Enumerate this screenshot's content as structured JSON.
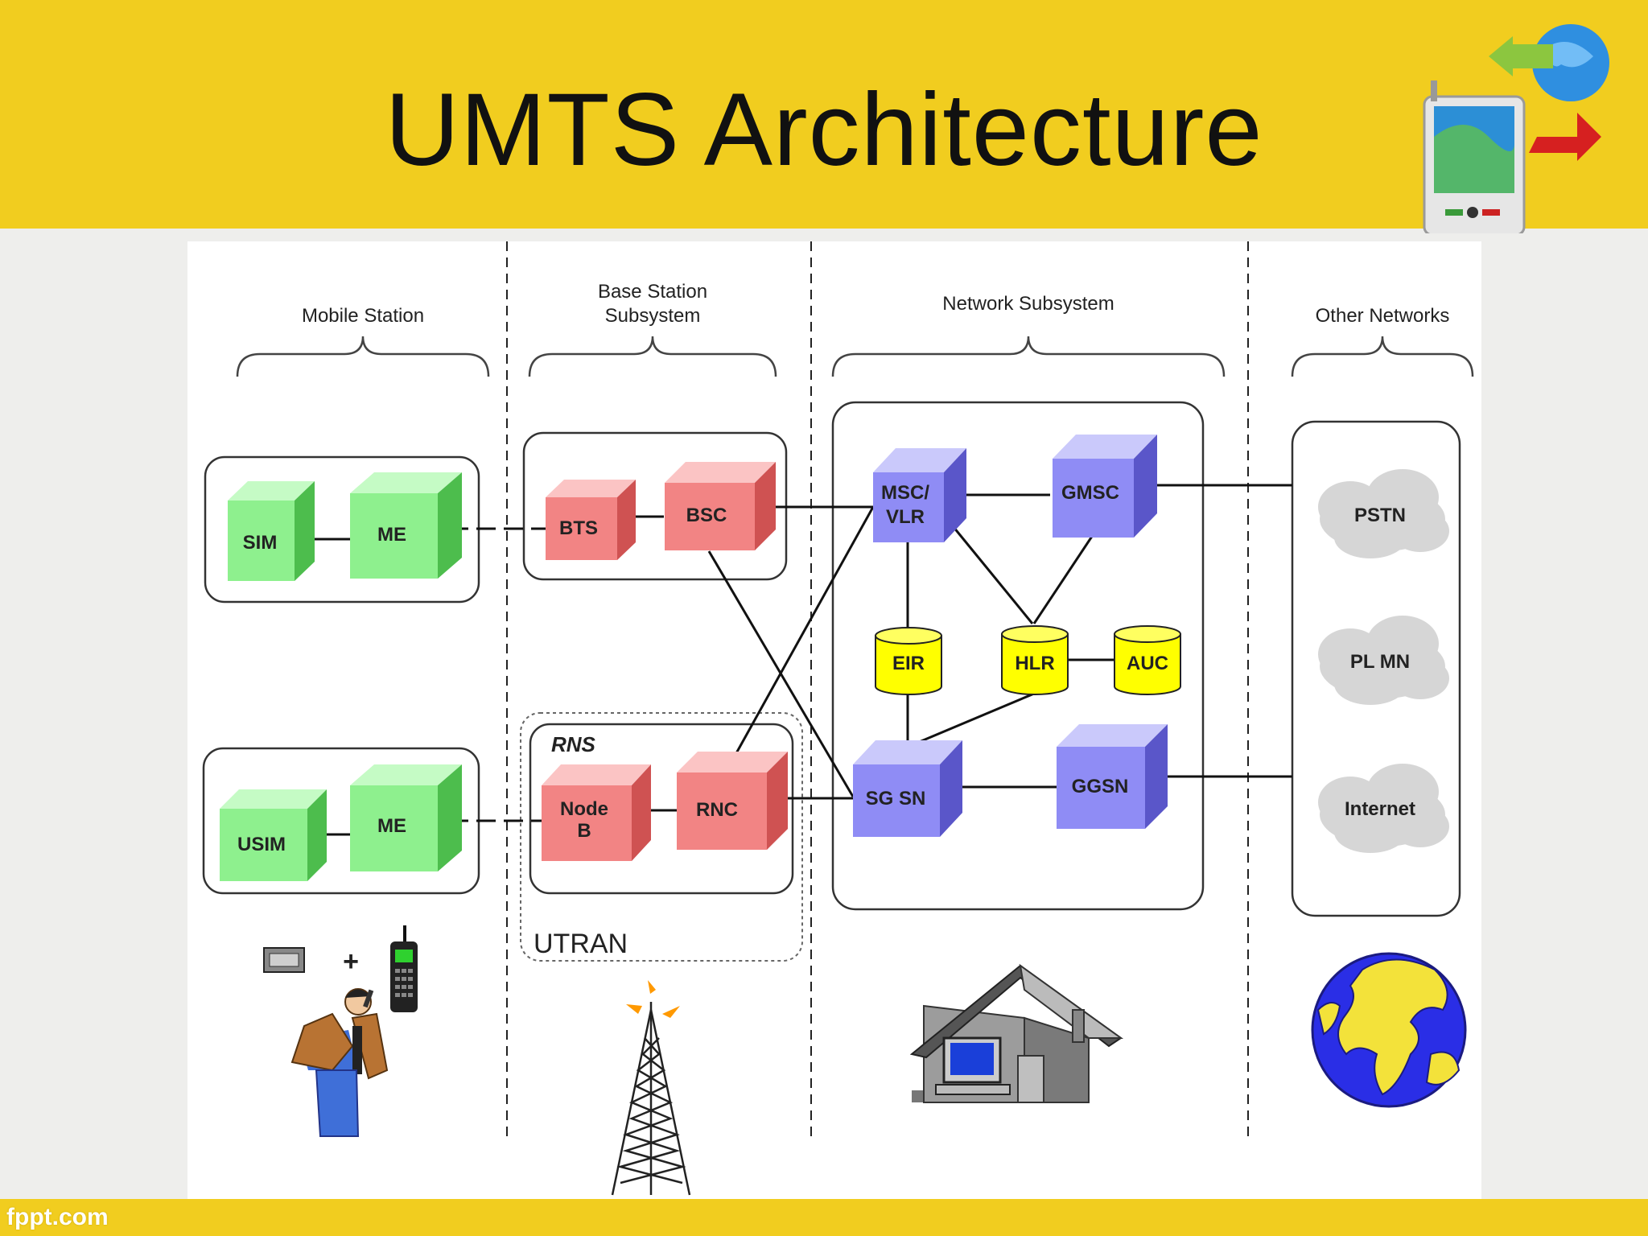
{
  "slide": {
    "title": "UMTS Architecture",
    "footer": "fppt.com"
  },
  "sections": {
    "mobile_station": "Mobile Station",
    "bss_line1": "Base Station",
    "bss_line2": "Subsystem",
    "network_subsystem": "Network Subsystem",
    "other_networks": "Other Networks"
  },
  "groups": {
    "rns": "RNS",
    "utran": "UTRAN"
  },
  "nodes": {
    "sim": "SIM",
    "me_top": "ME",
    "usim": "USIM",
    "me_bottom": "ME",
    "bts": "BTS",
    "bsc": "BSC",
    "nodeb_line1": "Node",
    "nodeb_line2": "B",
    "rnc": "RNC",
    "msc_line1": "MSC/",
    "msc_line2": "VLR",
    "gmsc": "GMSC",
    "eir": "EIR",
    "hlr": "HLR",
    "auc": "AUC",
    "sgsn": "SG SN",
    "ggsn": "GGSN",
    "pstn": "PSTN",
    "plmn": "PL MN",
    "internet": "Internet"
  },
  "misc": {
    "plus": "+"
  },
  "colors": {
    "header": "#f1cd1f",
    "mobile_cube": "#8ef08e",
    "bss_cube": "#f28484",
    "network_cube": "#8f8cf5",
    "database": "#ffff00"
  },
  "icons": [
    "smart-card-icon",
    "mobile-phone-icon",
    "person-on-phone-icon",
    "radio-tower-icon",
    "house-with-computer-icon",
    "globe-icon",
    "phone-globe-logo-icon"
  ]
}
